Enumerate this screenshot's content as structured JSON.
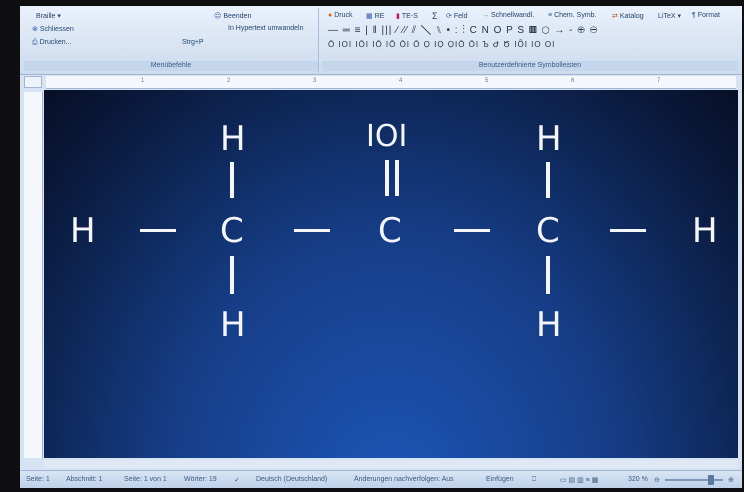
{
  "ribbon": {
    "menu_group": {
      "braille": "Braille ▾",
      "schliessen": "Schliessen",
      "drucken": "Drucken...",
      "beenden": "Beenden",
      "hypertext": "In Hypertext umwandeln",
      "shortcut": "Strg+P",
      "caption": "Menübefehle"
    },
    "symbols_group": {
      "druck": "Druck",
      "re": "RE",
      "tes": "TE-S",
      "sigma": "Σ",
      "feld": "Feld",
      "schnellwandl": "Schnellwandl.",
      "chem_symb": "Chem. Symb.",
      "katalog": "Katalog",
      "litex": "LiTeX ▾",
      "format": "Format",
      "row2": "— ═ ≡ | ‖ ||| ∕ ⁄⁄ ⫽ ╲ ⑊ • : ⋮ C N O P S ▥ ⬡ → - ⊕ ⊖",
      "row3": "Ō IOI IŌI IŌ IŌ ŌI Ō Ọ IỌ ỌIŌ ŌI Ъ Ժ Ծ IȪI IO OI",
      "caption": "Benutzerdefinierte Symbolleisten"
    }
  },
  "ruler": {
    "numbers": [
      "1",
      "2",
      "3",
      "4",
      "5",
      "6",
      "7"
    ]
  },
  "document": {
    "atoms": {
      "h_left": "H",
      "c1": "C",
      "c2": "C",
      "c3": "C",
      "h_right": "H",
      "h_c1_top": "H",
      "h_c1_bottom": "H",
      "o_top": "IOI",
      "h_c3_top": "H",
      "h_c3_bottom": "H"
    }
  },
  "statusbar": {
    "seite": "Seite: 1",
    "abschnitt": "Abschnitt: 1",
    "seite_von": "Seite: 1 von 1",
    "woerter": "Wörter: 19",
    "sprache": "Deutsch (Deutschland)",
    "aenderungen": "Änderungen nachverfolgen: Aus",
    "einfuegen": "Einfügen",
    "zoom": "320 %"
  }
}
